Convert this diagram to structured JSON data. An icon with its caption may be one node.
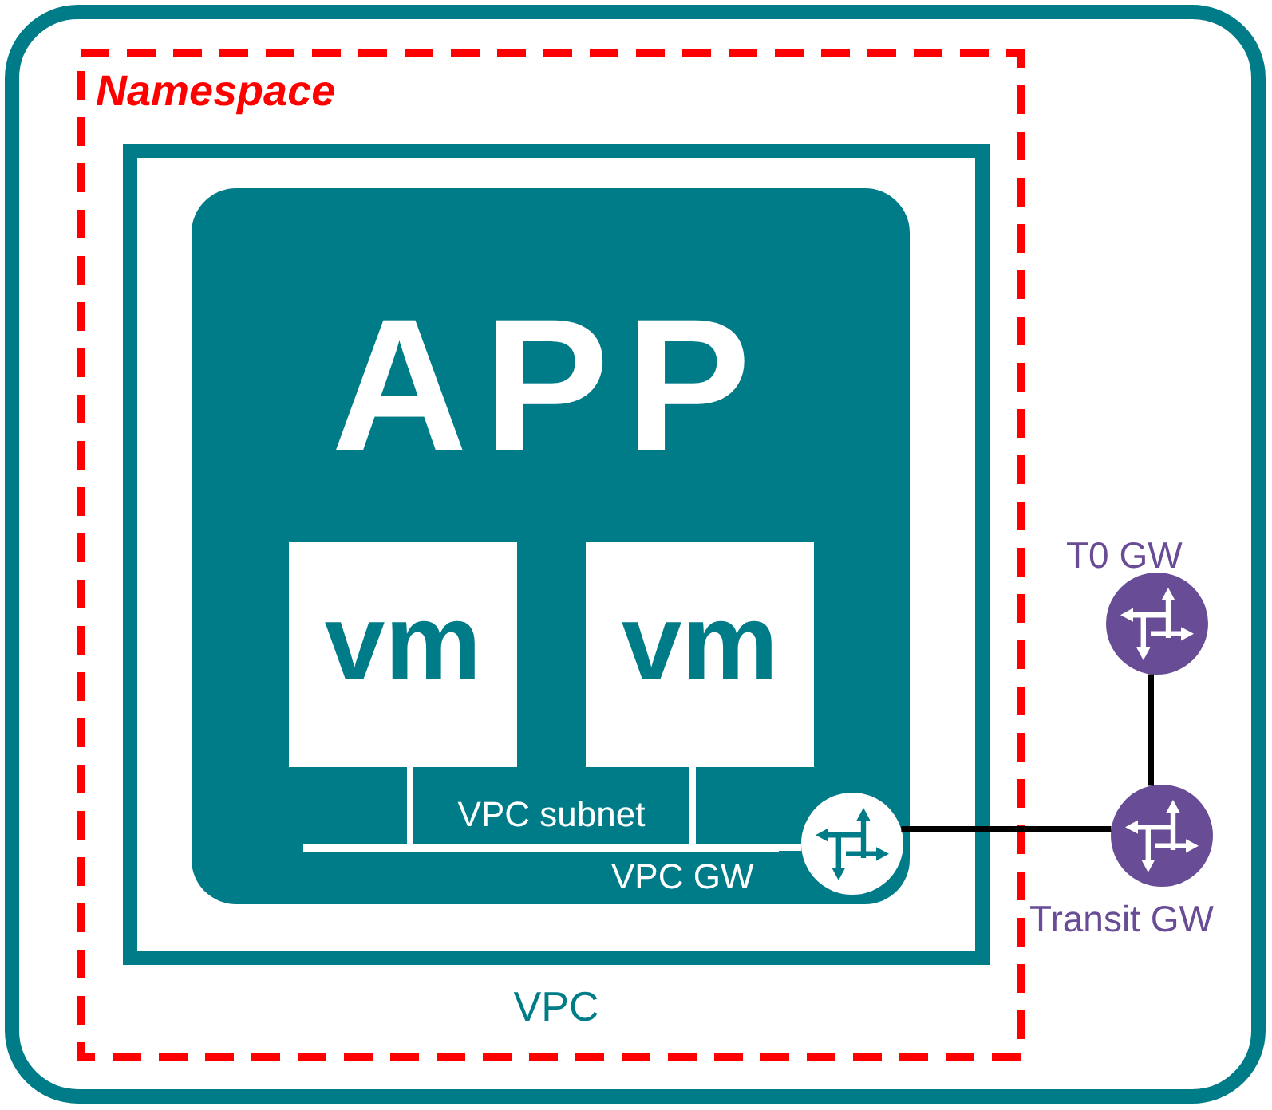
{
  "diagram": {
    "nodes": [
      {
        "text": [],
        "shape": "box"
      },
      {
        "text": [
          "Namespace"
        ],
        "in": 0
      },
      {
        "text": [
          "VPC"
        ],
        "in": 1
      },
      {
        "text": [
          "APP"
        ],
        "in": 2
      },
      {
        "text": [
          "vm"
        ],
        "in": 3
      },
      {
        "text": [
          "vm"
        ],
        "in": 3
      },
      {
        "text": [
          "VPC subnet"
        ],
        "in": 3
      },
      {
        "text": [],
        "shape": "circle",
        "in": 3
      },
      {
        "text": [],
        "shape": "circle",
        "beside": [
          "T0 GW"
        ],
        "in": 0
      },
      {
        "text": [],
        "shape": "circle",
        "beside": [
          "Transit GW"
        ],
        "in": 0
      }
    ],
    "edges": [
      {
        "from": 4,
        "to": 6,
        "arrow": "none"
      },
      {
        "from": 5,
        "to": 6,
        "arrow": "none"
      },
      {
        "from": 6,
        "to": 7,
        "arrow": "none"
      },
      {
        "from": 7,
        "to": 9,
        "arrow": "none",
        "color": "#000000"
      },
      {
        "from": 8,
        "to": 9,
        "arrow": "none",
        "color": "#000000"
      }
    ],
    "labels": [
      "VPC GW"
    ]
  }
}
